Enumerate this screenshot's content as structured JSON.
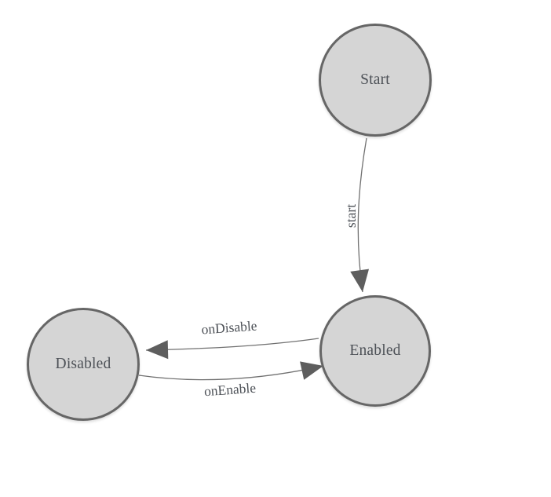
{
  "diagram": {
    "kind": "state-machine",
    "background_color": "#ffffff",
    "node_fill_color": "#d5d5d5",
    "node_border_color": "#666666",
    "edge_color": "#707070",
    "arrow_color": "#5e5e5e",
    "text_color": "#4d5157",
    "nodes": [
      {
        "id": "start",
        "label": "Start"
      },
      {
        "id": "enabled",
        "label": "Enabled"
      },
      {
        "id": "disabled",
        "label": "Disabled"
      }
    ],
    "edges": [
      {
        "id": "start-to-enabled",
        "label": "start",
        "from": "Start",
        "to": "Enabled"
      },
      {
        "id": "enabled-to-disabled",
        "label": "onDisable",
        "from": "Enabled",
        "to": "Disabled"
      },
      {
        "id": "disabled-to-enabled",
        "label": "onEnable",
        "from": "Disabled",
        "to": "Enabled"
      }
    ]
  }
}
